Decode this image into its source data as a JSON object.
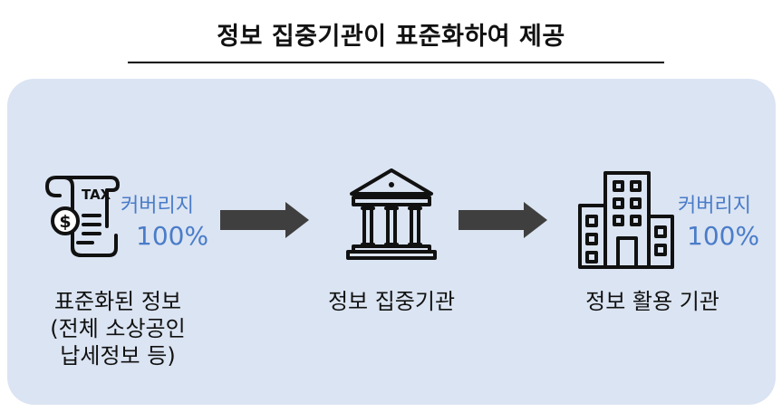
{
  "title": "정보 집중기관이 표준화하여 제공",
  "colors": {
    "panel_background": "#dbe4f2",
    "coverage_text": "#4a7cc9",
    "arrow": "#3f3f3f",
    "icon": "#111111"
  },
  "nodes": [
    {
      "icon": "tax-document-icon",
      "label_lines": [
        "표준화된 정보",
        "(전체 소상공인",
        "납세정보 등)"
      ],
      "coverage": {
        "caption": "커버리지",
        "value": "100%"
      }
    },
    {
      "icon": "bank-building-icon",
      "label_lines": [
        "정보 집중기관"
      ]
    },
    {
      "icon": "office-building-icon",
      "label_lines": [
        "정보 활용 기관"
      ],
      "coverage": {
        "caption": "커버리지",
        "value": "100%"
      }
    }
  ],
  "arrows": [
    "flow-arrow",
    "flow-arrow"
  ]
}
